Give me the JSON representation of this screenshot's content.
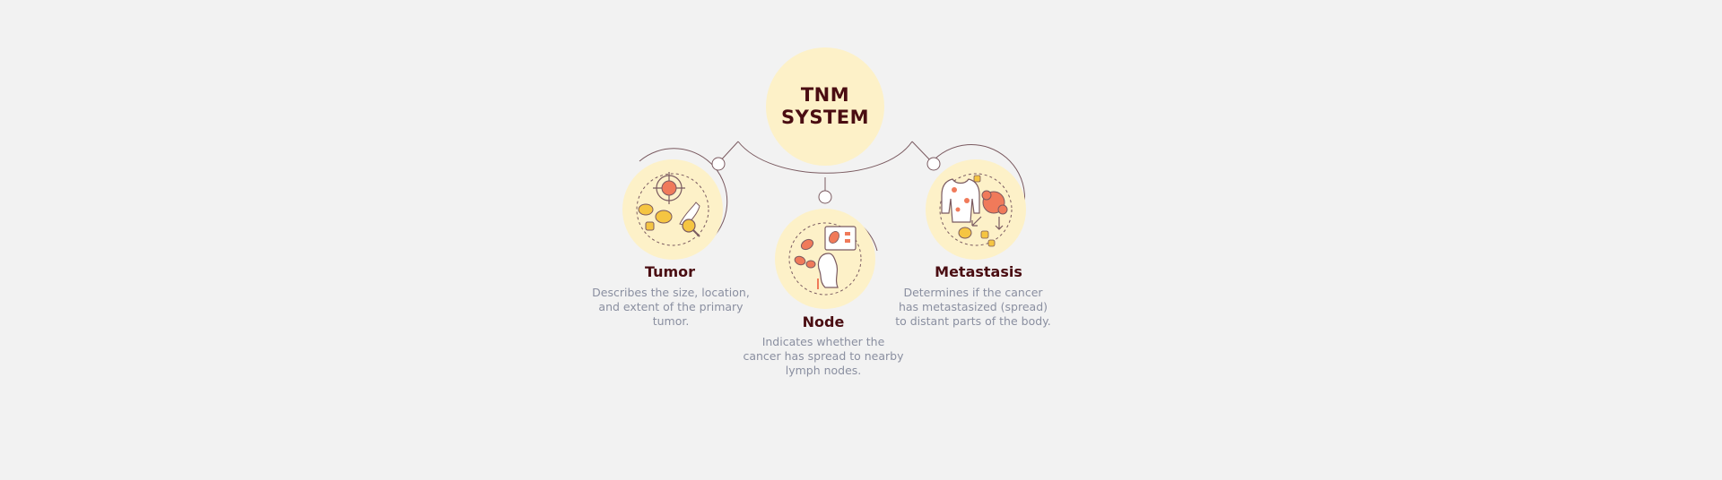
{
  "hub": {
    "title_line1": "TNM",
    "title_line2": "SYSTEM"
  },
  "items": [
    {
      "label": "Tumor",
      "description": "Describes the size, location, and extent of the primary tumor.",
      "icon": "tumor-target-icon"
    },
    {
      "label": "Node",
      "description": "Indicates whether the cancer has spread to nearby lymph nodes.",
      "icon": "lymph-node-icon"
    },
    {
      "label": "Metastasis",
      "description": "Determines if the cancer has metastasized (spread) to distant parts of the body.",
      "icon": "metastasis-body-icon"
    }
  ],
  "colors": {
    "background": "#f2f2f2",
    "disc": "#fdf1c8",
    "title": "#4a0d12",
    "text": "#8a8fa0",
    "line": "#7a5a60",
    "accent_red": "#f07a5a",
    "accent_yellow": "#f5c542"
  }
}
